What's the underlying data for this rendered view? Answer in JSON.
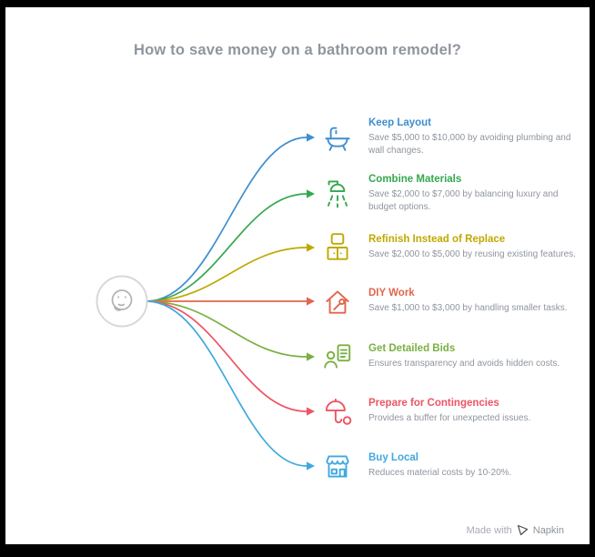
{
  "title": "How to save money on a bathroom remodel?",
  "center": {
    "icon": "thinking-face"
  },
  "items": [
    {
      "label": "Keep Layout",
      "description": "Save $5,000 to $10,000 by avoiding plumbing and wall changes.",
      "color": "#3e8ed0",
      "icon": "bathtub"
    },
    {
      "label": "Combine Materials",
      "description": "Save $2,000 to $7,000 by balancing luxury and budget options.",
      "color": "#34a84e",
      "icon": "shower"
    },
    {
      "label": "Refinish Instead of Replace",
      "description": "Save $2,000 to $5,000 by reusing existing features.",
      "color": "#bfa900",
      "icon": "vanity-mirror"
    },
    {
      "label": "DIY Work",
      "description": "Save $1,000 to $3,000 by handling smaller tasks.",
      "color": "#e0664d",
      "icon": "house-tools"
    },
    {
      "label": "Get Detailed Bids",
      "description": "Ensures transparency and avoids hidden costs.",
      "color": "#7ab041",
      "icon": "person-document"
    },
    {
      "label": "Prepare for Contingencies",
      "description": "Provides a buffer for unexpected issues.",
      "color": "#ed5565",
      "icon": "umbrella-coins"
    },
    {
      "label": "Buy Local",
      "description": "Reduces material costs by 10-20%.",
      "color": "#3fa9dd",
      "icon": "storefront"
    }
  ],
  "footer": {
    "made_with": "Made with",
    "brand": "Napkin"
  },
  "colors": {
    "frame": "#000000",
    "background": "#ffffff",
    "title_text": "#8f959e",
    "description_text": "#8f959d",
    "center_node_border": "#d8d8d8",
    "center_face": "#b1b1b1"
  }
}
